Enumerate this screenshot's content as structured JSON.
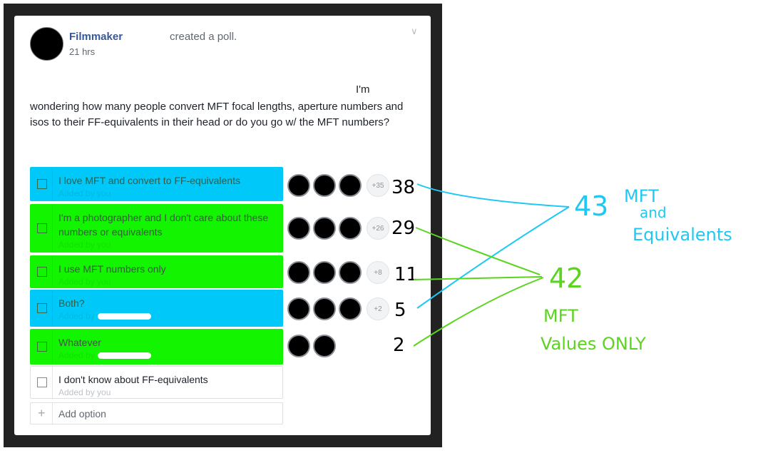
{
  "post": {
    "author": "Filmmaker",
    "action": "created a poll.",
    "time": "21 hrs",
    "body_first": "I'm",
    "body_rest": "wondering how many people convert MFT focal lengths, aperture numbers and isos to their FF-equivalents in their head or do you go w/ the MFT numbers?"
  },
  "poll": {
    "options": [
      {
        "label": "I love MFT and convert to FF-equivalents",
        "added_by": "Added by you",
        "more_votes": "+35",
        "highlight": "#00c8f8"
      },
      {
        "label": "I'm a photographer and I don't care about these numbers or equivalents",
        "added_by": "Added by you",
        "more_votes": "+26",
        "highlight": "#13f400"
      },
      {
        "label": "I use MFT numbers only",
        "added_by": "Added by you",
        "more_votes": "+8",
        "highlight": "#13f400"
      },
      {
        "label": "Both?",
        "added_by": "Added by",
        "more_votes": "+2",
        "highlight": "#00c8f8"
      },
      {
        "label": "Whatever",
        "added_by": "Added by",
        "more_votes": "",
        "highlight": "#13f400"
      },
      {
        "label": "I don't know about FF-equivalents",
        "added_by": "Added by you",
        "more_votes": ""
      }
    ],
    "add_option": "Add option"
  },
  "annotations": {
    "counts": [
      "38",
      "29",
      "11",
      "5",
      "2"
    ],
    "blue_total": "43",
    "blue_label": [
      "MFT",
      "and",
      "Equivalents"
    ],
    "green_total": "42",
    "green_label": [
      "MFT",
      "Values ONLY"
    ],
    "blue_color": "#1ec8f5",
    "green_color": "#5ad41e"
  }
}
